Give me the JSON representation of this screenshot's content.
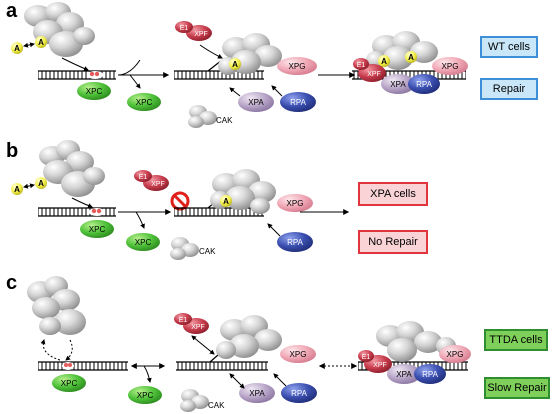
{
  "panels": {
    "a": {
      "letter": "a",
      "status_label": "WT cells",
      "outcome_label": "Repair"
    },
    "b": {
      "letter": "b",
      "status_label": "XPA cells",
      "outcome_label": "No Repair"
    },
    "c": {
      "letter": "c",
      "status_label": "TTDA cells",
      "outcome_label": "Slow Repair"
    }
  },
  "proteins": {
    "xpc": "XPC",
    "xpa": "XPA",
    "xpg": "XPG",
    "xpf": "XPF",
    "rpa": "RPA",
    "e1": "E1",
    "cak": "CAK",
    "a": "A"
  },
  "colors": {
    "xpc": "#3fb52f",
    "xpa": "#b9a6c8",
    "xpg": "#f0a8b6",
    "xpf": "#c83d4d",
    "rpa": "#3b4fb0",
    "tfiih": "#bdbdbd",
    "a_marker": "#f4f04a",
    "damage": "#e45a5a",
    "no_entry": "#e0201a"
  }
}
